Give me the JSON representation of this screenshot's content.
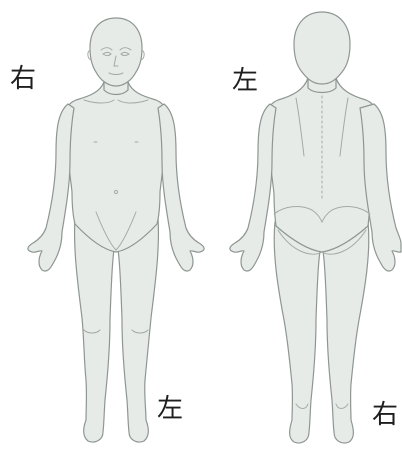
{
  "labels": {
    "front_top": "右",
    "front_bottom": "左",
    "back_top": "左",
    "back_bottom": "右"
  },
  "colors": {
    "body_fill": "#e6ebe8",
    "outline": "#8e9692",
    "detail": "#a3aaa6",
    "background": "#ffffff",
    "label": "#1e1e1e"
  }
}
